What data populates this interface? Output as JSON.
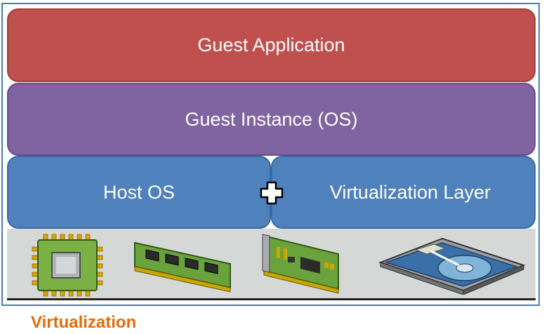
{
  "layers": {
    "guest_application": "Guest Application",
    "guest_instance": "Guest Instance (OS)",
    "host_os": "Host OS",
    "virtualization_layer": "Virtualization Layer"
  },
  "hardware": [
    "cpu-chip-icon",
    "memory-module-icon",
    "network-card-icon",
    "hard-drive-icon"
  ],
  "caption": "Virtualization",
  "colors": {
    "guest_application": "#c0504d",
    "guest_instance": "#8064a2",
    "host_layers": "#4f81bd",
    "caption": "#e36c0a"
  }
}
